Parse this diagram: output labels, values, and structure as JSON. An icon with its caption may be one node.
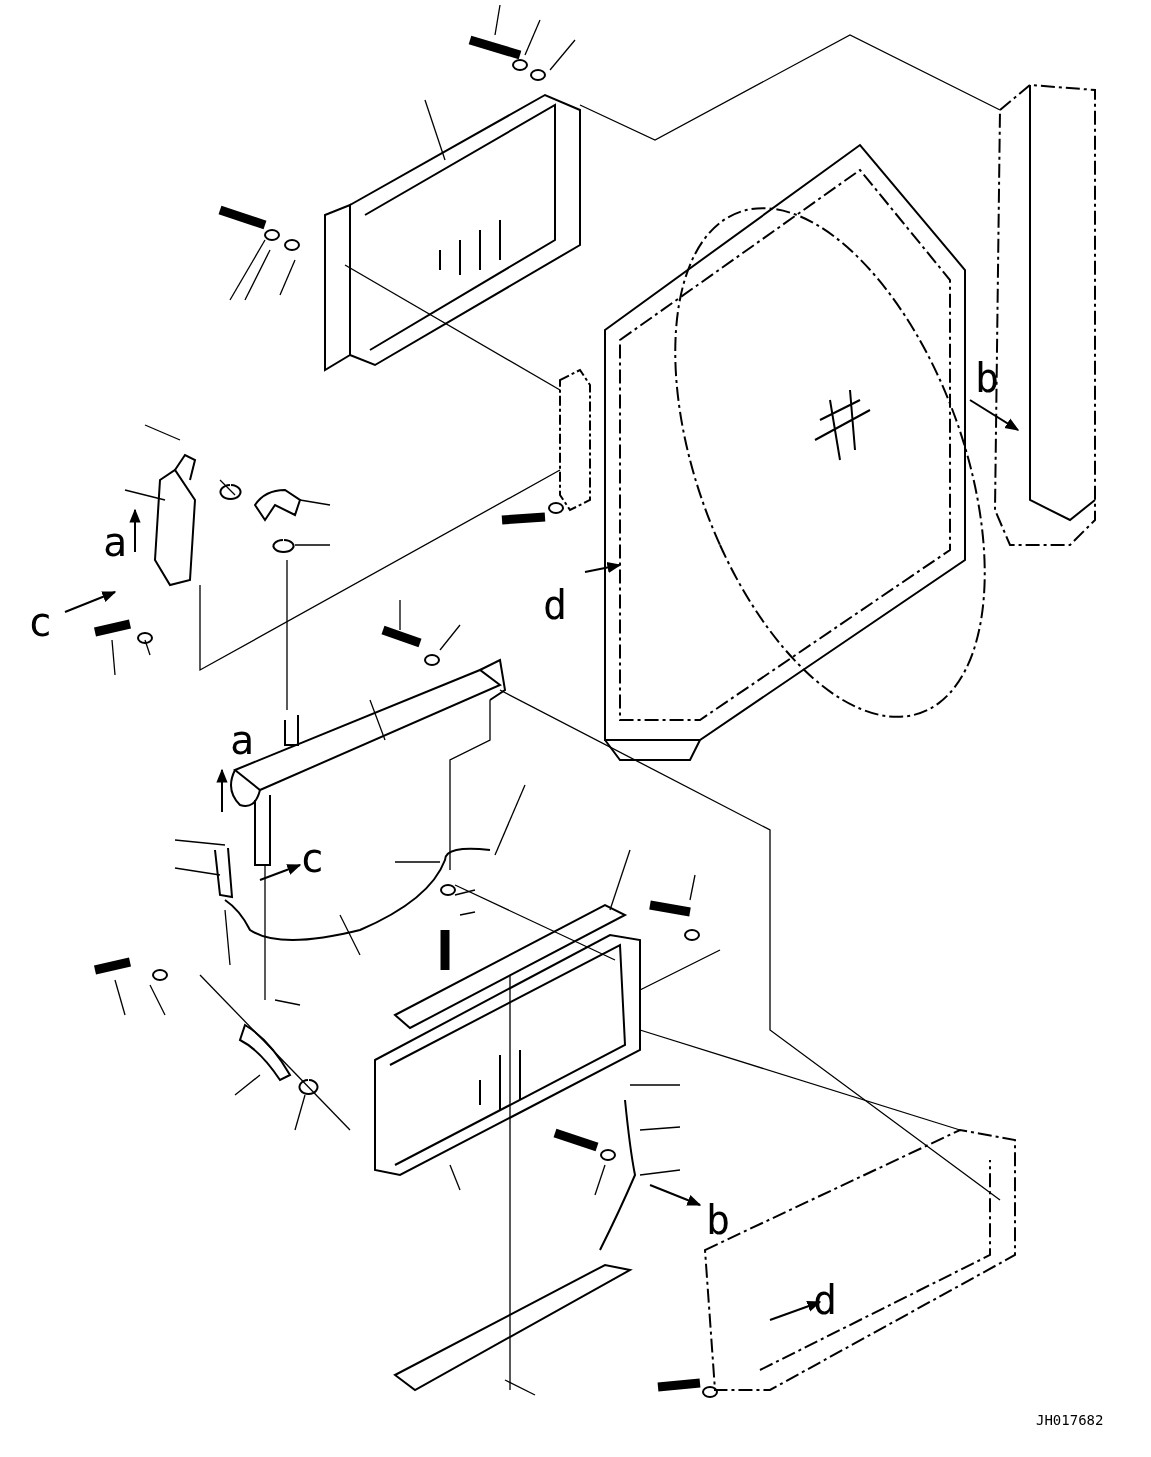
{
  "diagram": {
    "labels": [
      "b",
      "a",
      "d",
      "c",
      "a",
      "c",
      "b",
      "d",
      "JH017682"
    ]
  }
}
